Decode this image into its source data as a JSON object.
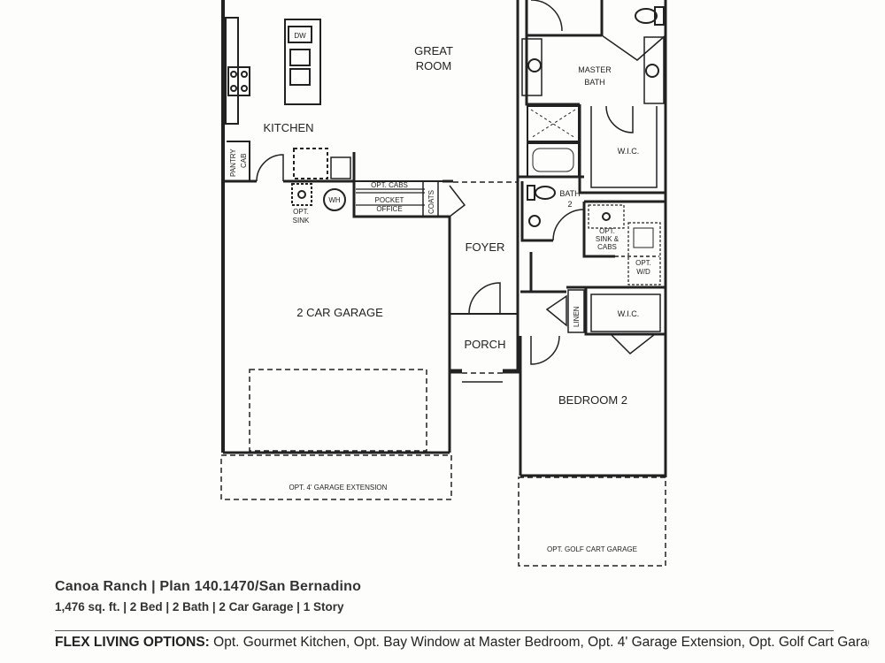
{
  "rooms": {
    "great_room_1": "GREAT",
    "great_room_2": "ROOM",
    "kitchen": "KITCHEN",
    "master_bath_1": "MASTER",
    "master_bath_2": "BATH",
    "wic": "W.I.C.",
    "bath2_1": "BATH",
    "bath2_2": "2",
    "foyer": "FOYER",
    "garage": "2 CAR GARAGE",
    "porch": "PORCH",
    "bedroom2": "BEDROOM 2",
    "pantry_1": "PANTRY",
    "pantry_2": "CAB",
    "dw": "DW",
    "wh": "WH",
    "opt_sink_1": "OPT.",
    "opt_sink_2": "SINK",
    "opt_cabs": "OPT. CABS",
    "pocket_office_1": "POCKET",
    "pocket_office_2": "OFFICE",
    "coats": "COATS",
    "opt_sink_cabs_1": "OPT.",
    "opt_sink_cabs_2": "SINK &",
    "opt_sink_cabs_3": "CABS",
    "opt_wd_1": "OPT.",
    "opt_wd_2": "W/D",
    "linen": "LINEN",
    "garage_extension": "OPT. 4' GARAGE EXTENSION",
    "golf_cart_garage": "OPT. GOLF CART GARAGE"
  },
  "footer": {
    "title": "Canoa Ranch | Plan 140.1470/San Bernadino",
    "stats": "1,476 sq. ft. | 2 Bed | 2 Bath | 2 Car Garage | 1 Story",
    "flex_label": "FLEX LIVING OPTIONS:",
    "flex_text": "Opt. Gourmet Kitchen, Opt. Bay Window at Master Bedroom, Opt. 4' Garage Extension, Opt. Golf Cart Garage"
  }
}
